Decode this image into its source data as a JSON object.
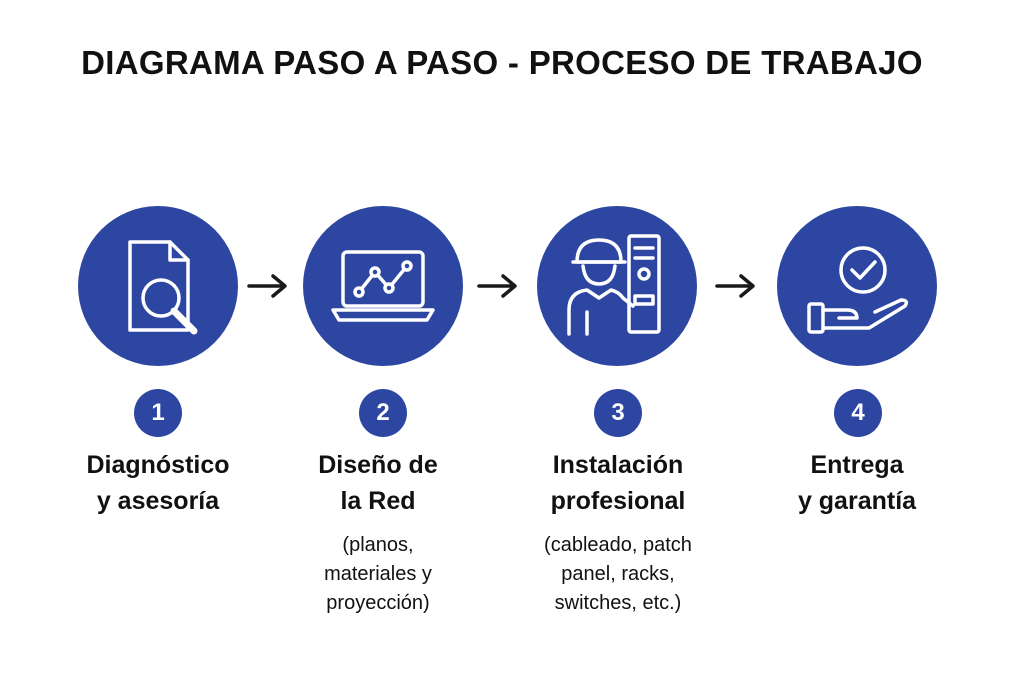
{
  "title": "DIAGRAMA PASO A PASO - PROCESO DE TRABAJO",
  "colors": {
    "accent": "#2C46A2",
    "icon_stroke": "#FFFFFF",
    "arrow": "#1A1A1A"
  },
  "steps": [
    {
      "number": "1",
      "label_line1": "Diagnóstico",
      "label_line2": "y asesoría",
      "icon": "document-search-icon",
      "details": []
    },
    {
      "number": "2",
      "label_line1": "Diseño de",
      "label_line2": "la Red",
      "icon": "laptop-chart-icon",
      "details": [
        "(planos,",
        "materiales y",
        "proyección)"
      ]
    },
    {
      "number": "3",
      "label_line1": "Instalación",
      "label_line2": "profesional",
      "icon": "technician-server-icon",
      "details": [
        "(cableado, patch",
        "panel, racks,",
        "switches, etc.)"
      ]
    },
    {
      "number": "4",
      "label_line1": "Entrega",
      "label_line2": "y garantía",
      "icon": "hand-check-icon",
      "details": []
    }
  ]
}
